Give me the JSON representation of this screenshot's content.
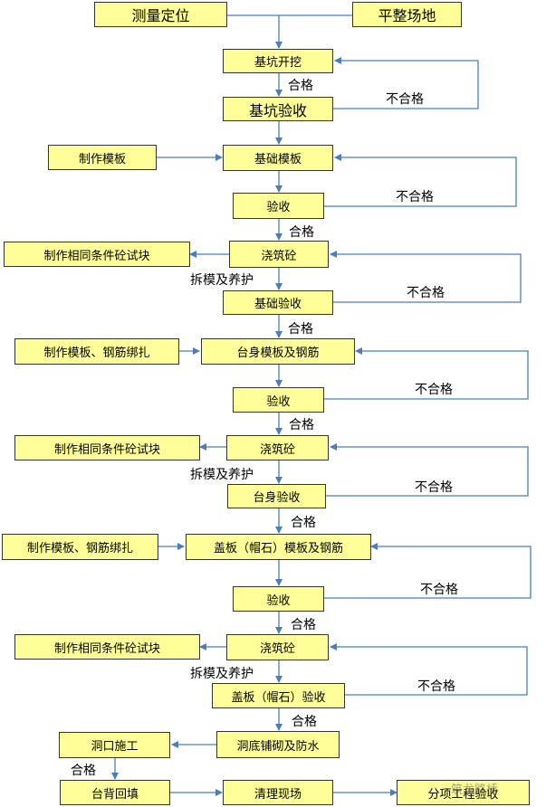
{
  "boxes": {
    "survey": "测量定位",
    "level_site": "平整场地",
    "excavation": "基坑开挖",
    "pit_inspection": "基坑验收",
    "make_formwork_1": "制作模板",
    "foundation_formwork": "基础模板",
    "inspection_1": "验收",
    "test_block_1": "制作相同条件砼试块",
    "pour_1": "浇筑砼",
    "foundation_inspection": "基础验收",
    "make_formwork_rebar_1": "制作模板、钢筋绑扎",
    "abutment_formwork": "台身模板及钢筋",
    "inspection_2": "验收",
    "test_block_2": "制作相同条件砼试块",
    "pour_2": "浇筑砼",
    "abutment_inspection": "台身验收",
    "make_formwork_rebar_2": "制作模板、钢筋绑扎",
    "cap_formwork": "盖板（帽石）模板及钢筋",
    "inspection_3": "验收",
    "test_block_3": "制作相同条件砼试块",
    "pour_3": "浇筑砼",
    "cap_inspection": "盖板（帽石）验收",
    "culvert_mouth": "洞口施工",
    "culvert_bottom": "洞底铺砌及防水",
    "backfill": "台背回填",
    "clean_site": "清理现场",
    "final_acceptance": "分项工程验收"
  },
  "labels": {
    "pass_1": "合格",
    "fail_1": "不合格",
    "fail_2": "不合格",
    "pass_2": "合格",
    "remove_cure_1": "拆模及养护",
    "fail_3": "不合格",
    "pass_3": "合格",
    "fail_4": "不合格",
    "pass_4": "合格",
    "remove_cure_2": "拆模及养护",
    "fail_5": "不合格",
    "pass_5": "合格",
    "fail_6": "不合格",
    "pass_6": "合格",
    "remove_cure_3": "拆模及养护",
    "fail_7": "不合格",
    "pass_7": "合格",
    "pass_8": "合格"
  },
  "watermark": "筑龙路桥",
  "colors": {
    "box_fill": "#ffff99",
    "arrow": "#4a7ebb",
    "border": "#333333"
  }
}
